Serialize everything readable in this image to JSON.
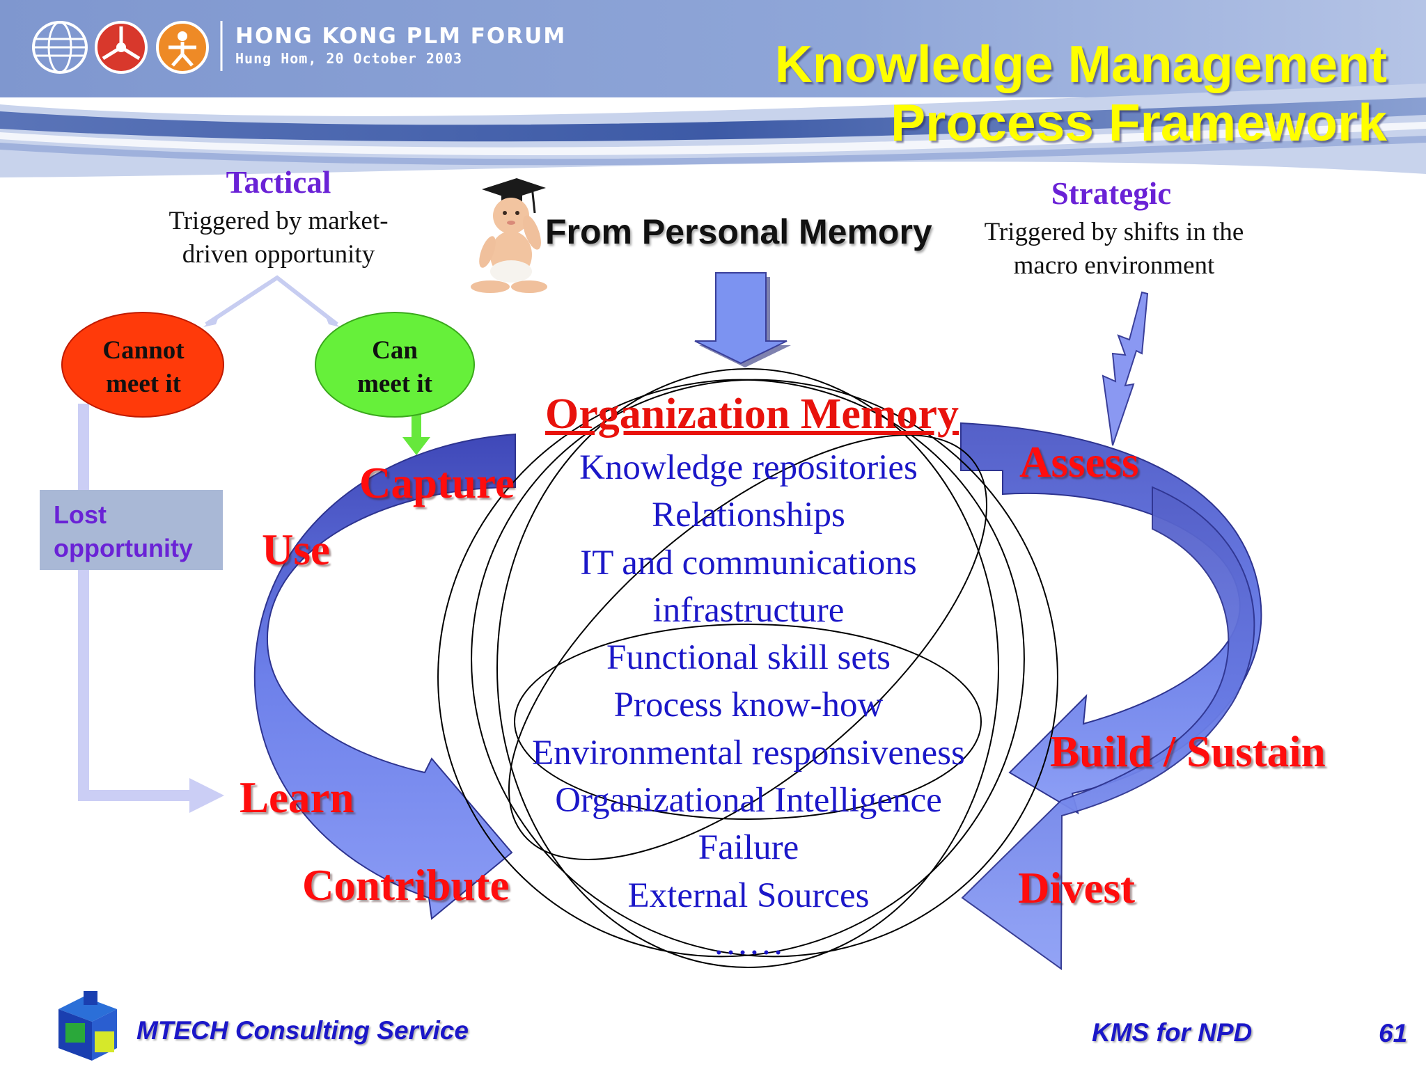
{
  "header": {
    "forum_title": "HONG KONG PLM FORUM",
    "forum_subtitle": "Hung Hom, 20 October 2003",
    "slide_title_line1": "Knowledge Management",
    "slide_title_line2": "Process Framework"
  },
  "tactical": {
    "label": "Tactical",
    "note_line1": "Triggered by market-",
    "note_line2": "driven opportunity"
  },
  "strategic": {
    "label": "Strategic",
    "note_line1": "Triggered by shifts in the",
    "note_line2": "macro environment"
  },
  "from_personal_memory": "From Personal Memory",
  "ovals": {
    "cannot_line1": "Cannot",
    "cannot_line2": "meet it",
    "can_line1": "Can",
    "can_line2": "meet it"
  },
  "lost_opportunity_line1": "Lost",
  "lost_opportunity_line2": "opportunity",
  "organization_memory": {
    "title": "Organization Memory",
    "items": [
      "Knowledge repositories",
      "Relationships",
      "IT and communications",
      "infrastructure",
      "Functional skill sets",
      "Process know-how",
      "Environmental responsiveness",
      "Organizational Intelligence",
      "Failure",
      "External Sources",
      "……"
    ]
  },
  "steps": {
    "capture": "Capture",
    "use": "Use",
    "learn": "Learn",
    "contribute": "Contribute",
    "assess": "Assess",
    "build_sustain": "Build / Sustain",
    "divest": "Divest"
  },
  "footer": {
    "company": "MTECH Consulting Service",
    "topic": "KMS for NPD",
    "page_number": "61"
  },
  "colors": {
    "arrow_blue": "#6a7fe8",
    "arrow_dark": "#3a3fa8",
    "header_blue": "#8aa0d0",
    "title_yellow": "#ffff00",
    "step_red": "#ff0d0d",
    "list_blue": "#1b17c8",
    "cannot_oval": "#ff3a0a",
    "can_oval": "#66f03a"
  }
}
